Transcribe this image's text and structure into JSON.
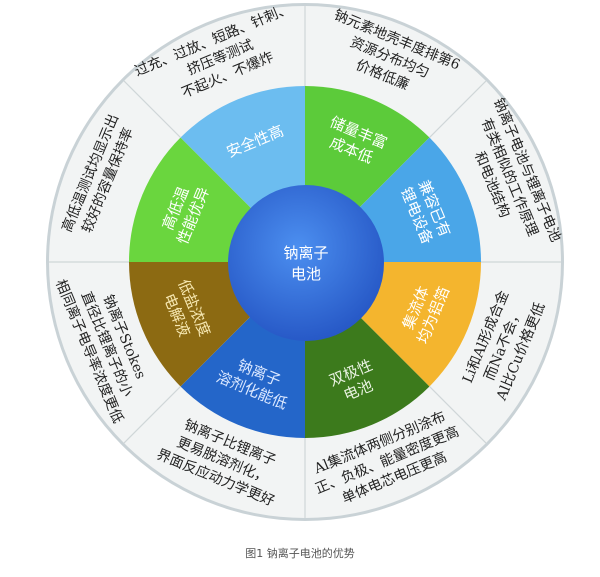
{
  "center": {
    "line1": "钠离子",
    "line2": "电池",
    "color": "#2f6fd8"
  },
  "ring_color": "#f2f4f4",
  "divider_color": "#cfd6d8",
  "sectors": [
    {
      "inner": [
        "储量丰富",
        "成本低"
      ],
      "color": "#5ccb3a",
      "text_color": "#ffffff",
      "outer": [
        "钠元素地壳丰度排第6",
        "资源分布均匀",
        "价格低廉"
      ]
    },
    {
      "inner": [
        "兼容已有",
        "锂电设备"
      ],
      "color": "#4aa6e8",
      "text_color": "#ffffff",
      "outer": [
        "钠离子电池与锂离子电池",
        "有类相似的工作原理",
        "和电池结构"
      ]
    },
    {
      "inner": [
        "集流体",
        "均为铝箔"
      ],
      "color": "#f4b52e",
      "text_color": "#ffffff",
      "outer": [
        "Li和Al形成合金",
        "而Na不会，",
        "Al比Cu价格更低"
      ]
    },
    {
      "inner": [
        "双极性",
        "电池"
      ],
      "color": "#3c7a1c",
      "text_color": "#e8f2e0",
      "outer": [
        "Al集流体两侧分别涂布",
        "正、负极、能量密度更高",
        "单体电芯电压更高"
      ]
    },
    {
      "inner": [
        "钠离子",
        "溶剂化能低"
      ],
      "color": "#2466c9",
      "text_color": "#dbe8ff",
      "outer": [
        "钠离子比锂离子",
        "更易脱溶剂化，",
        "界面反应动力学更好"
      ]
    },
    {
      "inner": [
        "低盐浓度",
        "电解液"
      ],
      "color": "#8c6a12",
      "text_color": "#f6e7b0",
      "outer": [
        "钠离子Stokes",
        "直径比锂离子的小",
        "相同离子电导率浓度更低"
      ]
    },
    {
      "inner": [
        "高低温",
        "性能优异"
      ],
      "color": "#6ad63e",
      "text_color": "#ffffff",
      "outer": [
        "高低温测试均显示出",
        "较好的容量保持率"
      ]
    },
    {
      "inner": [
        "安全性高"
      ],
      "color": "#6cbdf0",
      "text_color": "#ffffff",
      "outer": [
        "过充、过放、短路、针刺、",
        "挤压等测试",
        "不起火、不爆炸"
      ]
    }
  ],
  "caption": "图1   钠离子电池的优势"
}
